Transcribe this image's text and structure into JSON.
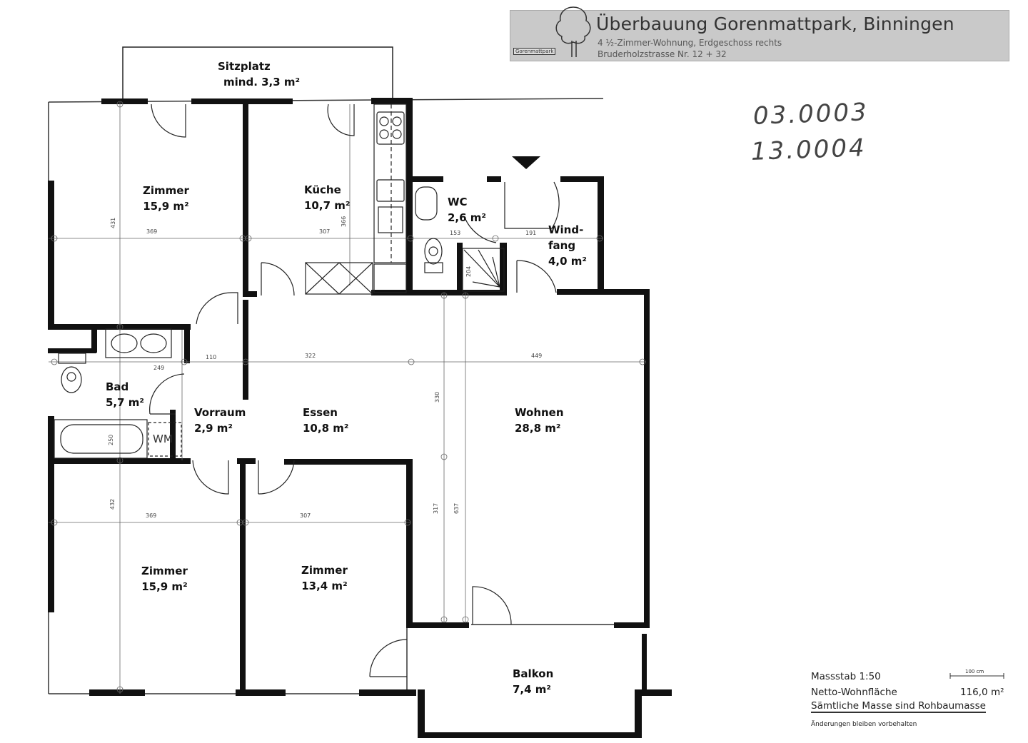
{
  "title_block": {
    "title": "Überbauung Gorenmattpark, Binningen",
    "subtitle": "4 ½-Zimmer-Wohnung, Erdgeschoss rechts",
    "address": "Bruderholzstrasse Nr. 12 + 32",
    "logo_text": "Gorenmattpark",
    "logo_icon": "tree-icon"
  },
  "handwritten": {
    "line1": "03.0003",
    "line2": "13.0004"
  },
  "rooms": [
    {
      "id": "sitzplatz",
      "name": "Sitzplatz",
      "area": "mind. 3,3 m²"
    },
    {
      "id": "zimmer-nw",
      "name": "Zimmer",
      "area": "15,9 m²"
    },
    {
      "id": "kueche",
      "name": "Küche",
      "area": "10,7 m²"
    },
    {
      "id": "wc",
      "name": "WC",
      "area": "2,6 m²"
    },
    {
      "id": "windfang",
      "name": "Wind-",
      "name2": "fang",
      "area": "4,0 m²"
    },
    {
      "id": "bad",
      "name": "Bad",
      "area": "5,7 m²"
    },
    {
      "id": "vorraum",
      "name": "Vorraum",
      "area": "2,9 m²"
    },
    {
      "id": "essen",
      "name": "Essen",
      "area": "10,8 m²"
    },
    {
      "id": "wohnen",
      "name": "Wohnen",
      "area": "28,8 m²"
    },
    {
      "id": "zimmer-sw",
      "name": "Zimmer",
      "area": "15,9 m²"
    },
    {
      "id": "zimmer-s",
      "name": "Zimmer",
      "area": "13,4 m²"
    },
    {
      "id": "balkon",
      "name": "Balkon",
      "area": "7,4 m²"
    }
  ],
  "fixtures": {
    "washing_machine": "WM"
  },
  "dimensions": {
    "zimmer_nw_width": "369",
    "zimmer_nw_depth": "431",
    "kueche_width": "307",
    "kueche_depth": "366",
    "wc_width": "153",
    "windfang_width": "191",
    "wc_depth": "204",
    "vorraum_width": "110",
    "bad_width": "249",
    "essen_width": "322",
    "wohnen_width": "449",
    "essen_depth": "330",
    "bad_depth": "250",
    "zimmer_sw_width": "369",
    "zimmer_sw_depth": "432",
    "zimmer_s_width": "307",
    "wohnen_depth_a": "317",
    "wohnen_depth_b": "637"
  },
  "legend": {
    "scale_label": "Massstab 1:50",
    "scale_bar_label": "100 cm",
    "net_area_label": "Netto-Wohnfläche",
    "net_area_value": "116,0 m²",
    "note": "Sämtliche Masse sind Rohbaumasse",
    "disclaimer": "Änderungen bleiben vorbehalten"
  },
  "colors": {
    "wall": "#111111",
    "title_bg": "#c9c9c9",
    "line": "#555555"
  }
}
